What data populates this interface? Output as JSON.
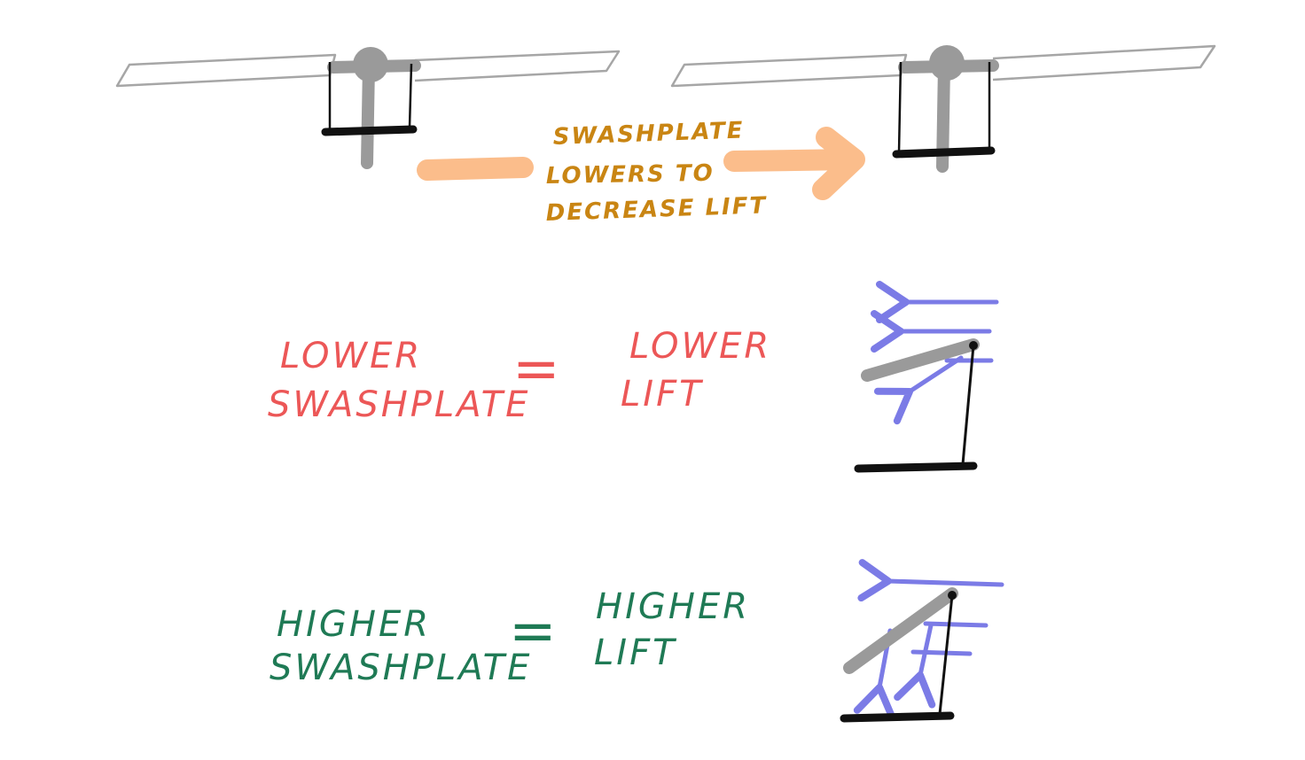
{
  "colors": {
    "note_text": "#c98513",
    "arrow": "#fbbd8b",
    "lower_text": "#ec5757",
    "higher_text": "#1f7a55",
    "air_arrow": "#7b7be6",
    "rotor_grey": "#9a9a9a",
    "blade_outline": "#a6a6a6",
    "black": "#111111"
  },
  "top_note": {
    "line1": "SWASHPLATE",
    "line2": "LOWERS TO",
    "line3": "DECREASE LIFT"
  },
  "lower_row": {
    "left_line1": "LOWER",
    "left_line2": "SWASHPLATE",
    "equals": "=",
    "right_line1": "LOWER",
    "right_line2": "LIFT"
  },
  "higher_row": {
    "left_line1": "HIGHER",
    "left_line2": "SWASHPLATE",
    "equals": "=",
    "right_line1": "HIGHER",
    "right_line2": "LIFT"
  }
}
